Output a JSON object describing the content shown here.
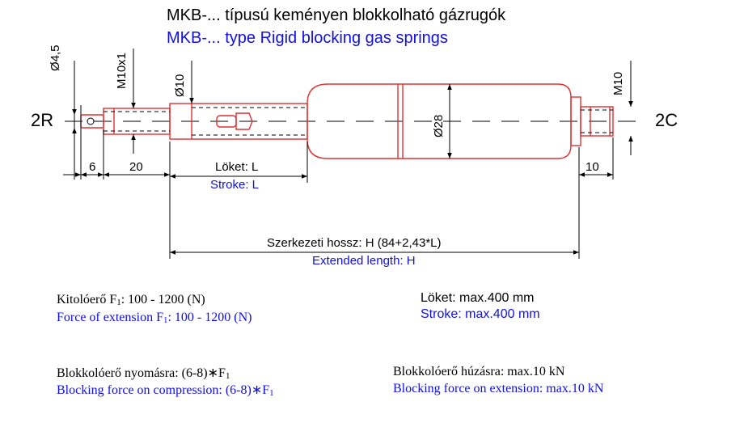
{
  "title": {
    "hu": "MKB-... típusú keményen blokkolható gázrugók",
    "en": "MKB-... type Rigid blocking gas springs"
  },
  "end_labels": {
    "left": "2R",
    "right": "2C"
  },
  "dimensions": {
    "d45": "Ø4,5",
    "m10x1": "M10x1",
    "d10": "Ø10",
    "d28": "Ø28",
    "m10": "M10",
    "len6": "6",
    "len20": "20",
    "len10": "10"
  },
  "stroke_dim": {
    "hu": "Löket:  L",
    "en": "Stroke:  L"
  },
  "length_dim": {
    "hu": "Szerkezeti hossz:  H (84+2,43*L)",
    "en": "Extended length:  H"
  },
  "specs": {
    "force_hu_pre": "Kitolóerő F",
    "force_hu_sub": "1",
    "force_hu_post": ": 100 - 1200 (N)",
    "force_en_pre": "Force of extension F",
    "force_en_sub": "1",
    "force_en_post": ": 100 - 1200 (N)",
    "stroke_hu": "Löket:   max.400 mm",
    "stroke_en": "Stroke:  max.400 mm",
    "block_comp_hu_pre": "Blokkolóerő nyomásra: (6-8)∗F",
    "block_comp_hu_sub": "1",
    "block_comp_en_pre": "Blocking force on compression: (6-8)∗F",
    "block_comp_en_sub": "1",
    "block_ext_hu": "Blokkolóerő húzásra: max.10 kN",
    "block_ext_en": "Blocking force on extension: max.10 kN"
  },
  "colors": {
    "outline_red": "#e03030",
    "text_blue": "#1010e0",
    "ink": "#000000"
  }
}
